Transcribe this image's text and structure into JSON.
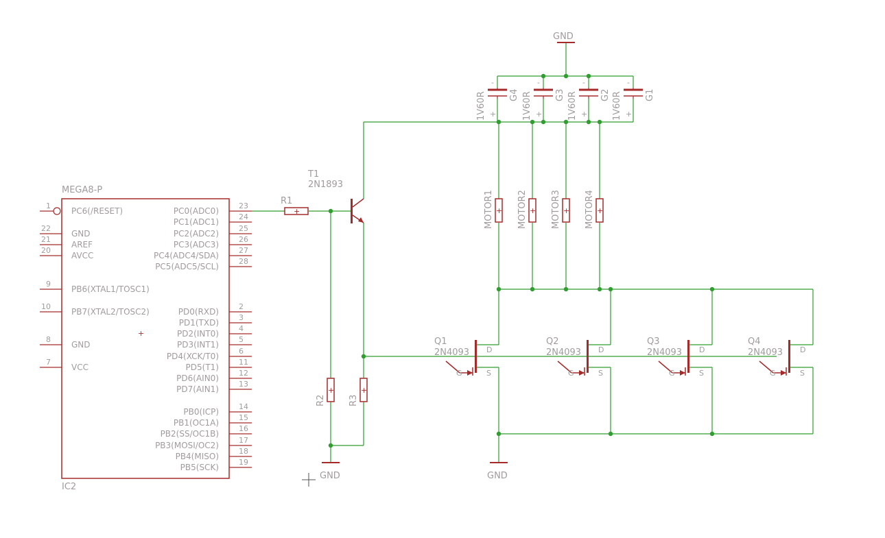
{
  "colors": {
    "part": "#a52a2a",
    "wire": "#2f9e2f",
    "junction": "#2f9e2f",
    "text": "#a09c9c",
    "background": "#ffffff"
  },
  "ic": {
    "name": "MEGA8-P",
    "ref": "IC2",
    "left_pins": [
      {
        "num": "1",
        "label": "PC6(/RESET)"
      },
      {
        "num": "22",
        "label": "GND"
      },
      {
        "num": "21",
        "label": "AREF"
      },
      {
        "num": "20",
        "label": "AVCC"
      },
      {
        "num": "9",
        "label": "PB6(XTAL1/TOSC1)"
      },
      {
        "num": "10",
        "label": "PB7(XTAL2/TOSC2)"
      },
      {
        "num": "8",
        "label": "GND"
      },
      {
        "num": "7",
        "label": "VCC"
      }
    ],
    "right_pins": [
      {
        "num": "23",
        "label": "PC0(ADC0)"
      },
      {
        "num": "24",
        "label": "PC1(ADC1)"
      },
      {
        "num": "25",
        "label": "PC2(ADC2)"
      },
      {
        "num": "26",
        "label": "PC3(ADC3)"
      },
      {
        "num": "27",
        "label": "PC4(ADC4/SDA)"
      },
      {
        "num": "28",
        "label": "PC5(ADC5/SCL)"
      },
      {
        "num": "2",
        "label": "PD0(RXD)"
      },
      {
        "num": "3",
        "label": "PD1(TXD)"
      },
      {
        "num": "4",
        "label": "PD2(INT0)"
      },
      {
        "num": "5",
        "label": "PD3(INT1)"
      },
      {
        "num": "6",
        "label": "PD4(XCK/T0)"
      },
      {
        "num": "11",
        "label": "PD5(T1)"
      },
      {
        "num": "12",
        "label": "PD6(AIN0)"
      },
      {
        "num": "13",
        "label": "PD7(AIN1)"
      },
      {
        "num": "14",
        "label": "PB0(ICP)"
      },
      {
        "num": "15",
        "label": "PB1(OC1A)"
      },
      {
        "num": "16",
        "label": "PB2(SS/OC1B)"
      },
      {
        "num": "17",
        "label": "PB3(MOSI/OC2)"
      },
      {
        "num": "18",
        "label": "PB4(MISO)"
      },
      {
        "num": "19",
        "label": "PB5(SCK)"
      }
    ]
  },
  "resistors": {
    "r1": "R1",
    "r2": "R2",
    "r3": "R3"
  },
  "transistor_t1": {
    "name": "T1",
    "value": "2N1893"
  },
  "mosfets": [
    {
      "name": "Q1",
      "value": "2N4093"
    },
    {
      "name": "Q2",
      "value": "2N4093"
    },
    {
      "name": "Q3",
      "value": "2N4093"
    },
    {
      "name": "Q4",
      "value": "2N4093"
    }
  ],
  "fet_pin_labels": {
    "d": "D",
    "g": "G",
    "s": "S"
  },
  "batteries": [
    {
      "name": "G4",
      "value": "1V60R"
    },
    {
      "name": "G3",
      "value": "1V60R"
    },
    {
      "name": "G2",
      "value": "1V60R"
    },
    {
      "name": "G1",
      "value": "1V60R"
    }
  ],
  "motors": [
    "MOTOR1",
    "MOTOR2",
    "MOTOR3",
    "MOTOR4"
  ],
  "gnd_label": "GND",
  "polarity": {
    "plus": "+",
    "minus": "-"
  }
}
